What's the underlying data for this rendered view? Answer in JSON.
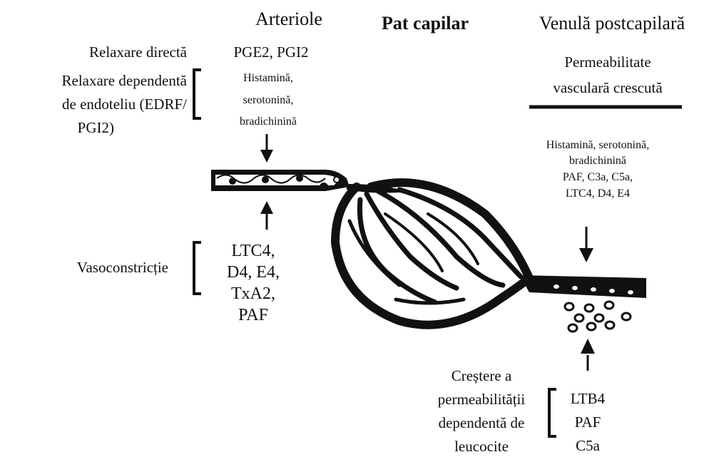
{
  "headers": {
    "arteriole": "Arteriole",
    "capillary_bed": "Pat capilar",
    "venule": "Venulă postcapilară"
  },
  "arteriole": {
    "direct_relax_label": "Relaxare directă",
    "direct_relax_mediators": "PGE2, PGI2",
    "endo_relax_label": [
      "Relaxare dependentă",
      "de endoteliu (EDRF/",
      "PGI2)"
    ],
    "endo_relax_mediators": [
      "Histamină,",
      "serotonină,",
      "bradichinină"
    ],
    "vasoconstriction_label": "Vasoconstricție",
    "vasoconstriction_mediators": [
      "LTC4,",
      "D4, E4,",
      "TxA2,",
      "PAF"
    ]
  },
  "venule": {
    "permeability_title": [
      "Permeabilitate",
      "vasculară crescută"
    ],
    "permeability_mediators": [
      "Histamină, serotonină,",
      "bradichinină",
      "PAF, C3a, C5a,",
      "LTC4, D4, E4"
    ],
    "leukocyte_label": [
      "Creștere a",
      "permeabilității",
      "dependentă de",
      "leucocite"
    ],
    "leukocyte_mediators": [
      "LTB4",
      "PAF",
      "C5a"
    ]
  }
}
